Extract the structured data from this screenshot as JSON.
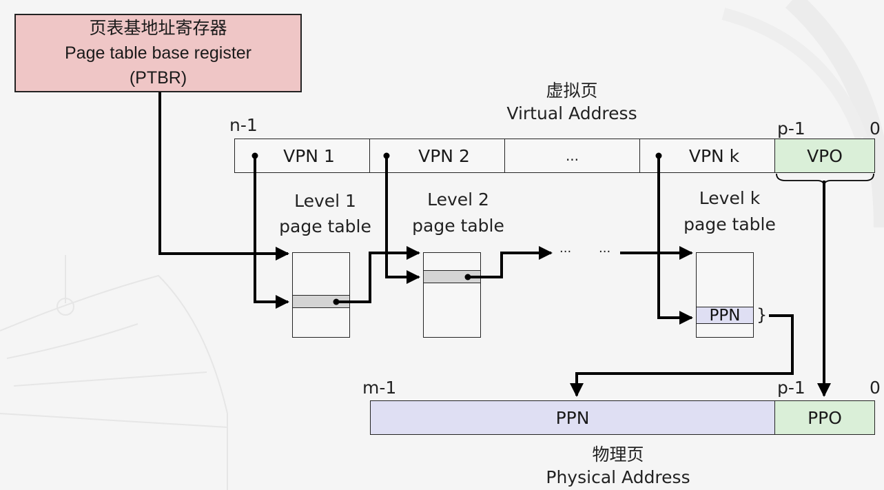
{
  "ptbr": {
    "title_cn": "页表基地址寄存器",
    "title_en": "Page table base register",
    "abbr": "(PTBR)",
    "fill_color": "#efc6c6"
  },
  "virtual_address": {
    "title_cn": "虚拟页",
    "title_en": "Virtual Address",
    "high_bit_label": "n-1",
    "offset_high_label": "p-1",
    "low_bit_label": "0",
    "fields": [
      {
        "label": "VPN 1"
      },
      {
        "label": "VPN 2"
      },
      {
        "label": "..."
      },
      {
        "label": "VPN k"
      },
      {
        "label": "VPO",
        "color": "#daefd8"
      }
    ]
  },
  "page_tables": [
    {
      "line1": "Level 1",
      "line2": "page table"
    },
    {
      "line1": "Level 2",
      "line2": "page table"
    },
    {
      "line1": "Level k",
      "line2": "page table",
      "entry_label": "PPN",
      "entry_color": "#dfdff3"
    }
  ],
  "ellipsis": [
    "...",
    "..."
  ],
  "physical_address": {
    "title_cn": "物理页",
    "title_en": "Physical Address",
    "high_bit_label": "m-1",
    "offset_high_label": "p-1",
    "low_bit_label": "0",
    "fields": [
      {
        "label": "PPN",
        "color": "#dfdff3"
      },
      {
        "label": "PPO",
        "color": "#daefd8"
      }
    ]
  },
  "brace_symbol": "}"
}
